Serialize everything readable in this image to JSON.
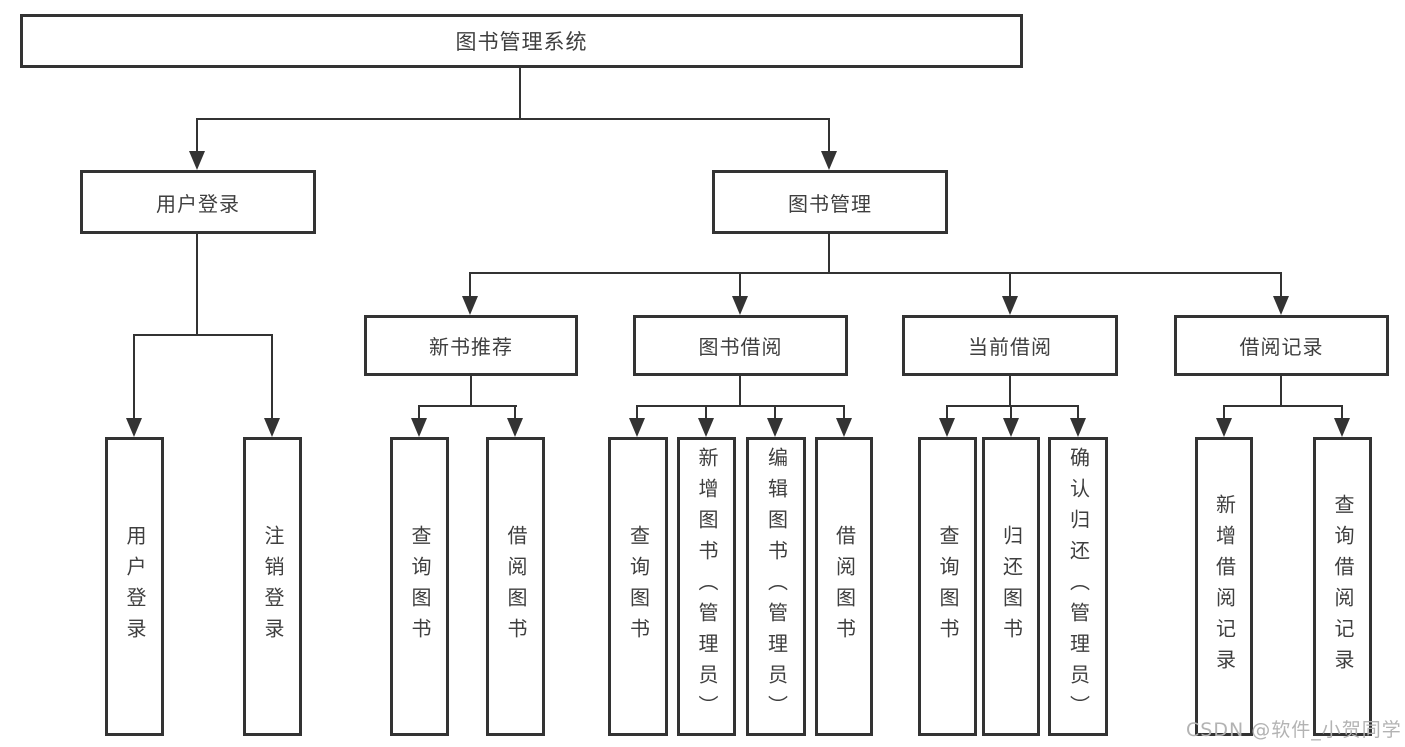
{
  "tree": {
    "label": "图书管理系统",
    "children": [
      {
        "label": "用户登录",
        "children": [
          {
            "label": "用户登录"
          },
          {
            "label": "注销登录"
          }
        ]
      },
      {
        "label": "图书管理",
        "children": [
          {
            "label": "新书推荐",
            "children": [
              {
                "label": "查询图书"
              },
              {
                "label": "借阅图书"
              }
            ]
          },
          {
            "label": "图书借阅",
            "children": [
              {
                "label": "查询图书"
              },
              {
                "label": "新增图书（管理员）"
              },
              {
                "label": "编辑图书（管理员）"
              },
              {
                "label": "借阅图书"
              }
            ]
          },
          {
            "label": "当前借阅",
            "children": [
              {
                "label": "查询图书"
              },
              {
                "label": "归还图书"
              },
              {
                "label": "确认归还（管理员）"
              }
            ]
          },
          {
            "label": "借阅记录",
            "children": [
              {
                "label": "新增借阅记录"
              },
              {
                "label": "查询借阅记录"
              }
            ]
          }
        ]
      }
    ]
  },
  "watermark": "CSDN @软件_小贺同学",
  "colors": {
    "line": "#333333",
    "text": "#3f3f3f",
    "watermark": "#b3b3b3",
    "background": "#ffffff"
  }
}
